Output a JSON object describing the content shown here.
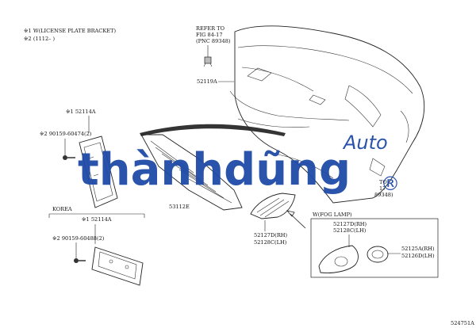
{
  "notes": {
    "note1": "※1 W(LICENSE PLATE BRACKET)",
    "note2": "※2 (1112–        )"
  },
  "refer": {
    "line1": "REFER TO",
    "line2": "FIG 84-17",
    "line3": "(PNC 89348)",
    "right_partial_1": "TO",
    "right_partial_2": "17",
    "right_partial_3": "89348)"
  },
  "parts": {
    "bumper_cover": "52119A",
    "bracket_main": "※1 52114A",
    "bolt_main": "※2 90159-60474(2)",
    "grille_lower": "53112E",
    "fog_cover_rh": "52127D(RH)",
    "fog_cover_lh": "52128C(LH)",
    "korea_label": "KOREA",
    "korea_bracket": "※1 52114A",
    "korea_bolt": "※2 90159-60488(2)"
  },
  "fog_box": {
    "title": "W(FOG LAMP)",
    "cover_rh": "52127D(RH)",
    "cover_lh": "52128C(LH)",
    "bezel_rh": "52125A(RH)",
    "bezel_lh": "52126D(LH)"
  },
  "watermark": {
    "brand": "thànhdũng",
    "auto": "Auto",
    "reg": "®"
  },
  "figure_id": "524751A"
}
